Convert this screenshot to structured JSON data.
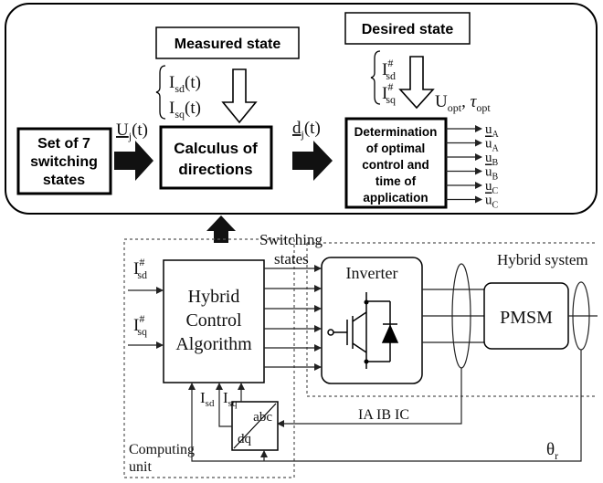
{
  "top_panel": {
    "measured_state": "Measured state",
    "desired_state": "Desired state",
    "meas_isd": "I",
    "meas_isd_sub": "sd",
    "meas_isd_t": "(t)",
    "meas_isq": "I",
    "meas_isq_sub": "sq",
    "meas_isq_t": "(t)",
    "des_isd": "I",
    "des_isd_sup": "#",
    "des_isd_sub": "sd",
    "des_isq": "I",
    "des_isq_sup": "#",
    "des_isq_sub": "sq",
    "uopt": "U",
    "uopt_sub": "opt",
    "tau": "τ",
    "tau_sub": "opt",
    "set_line1": "Set of 7",
    "set_line2": "switching",
    "set_line3": "states",
    "uj": "U",
    "uj_sub": "j",
    "uj_t": "(t)",
    "calc_line1": "Calculus of",
    "calc_line2": "directions",
    "dj": "d",
    "dj_sub": "j",
    "dj_t": "(t)",
    "det_line1": "Determination",
    "det_line2": "of optimal",
    "det_line3": "control and",
    "det_line4": "time of",
    "det_line5": "application",
    "outputs": [
      {
        "base": "u",
        "sub": "A",
        "bar": false
      },
      {
        "base": "u",
        "sub": "A",
        "bar": true
      },
      {
        "base": "u",
        "sub": "B",
        "bar": false
      },
      {
        "base": "u",
        "sub": "B",
        "bar": true
      },
      {
        "base": "u",
        "sub": "C",
        "bar": false
      },
      {
        "base": "u",
        "sub": "C",
        "bar": true
      }
    ]
  },
  "bottom": {
    "switching_line1": "Switching",
    "switching_line2": "states",
    "hybrid_system": "Hybrid system",
    "in_isd": "I",
    "in_isd_sup": "#",
    "in_isd_sub": "sd",
    "in_isq": "I",
    "in_isq_sup": "#",
    "in_isq_sub": "sq",
    "hca_line1": "Hybrid",
    "hca_line2": "Control",
    "hca_line3": "Algorithm",
    "inverter": "Inverter",
    "pmsm": "PMSM",
    "fb_isd": "I",
    "fb_isd_sub": "sd",
    "fb_isq": "I",
    "fb_isq_sub": "sq",
    "abc": "abc",
    "dq": "dq",
    "currents": "IA IB IC",
    "theta": "θ",
    "theta_sub": "r",
    "computing_line1": "Computing",
    "computing_line2": "unit"
  }
}
